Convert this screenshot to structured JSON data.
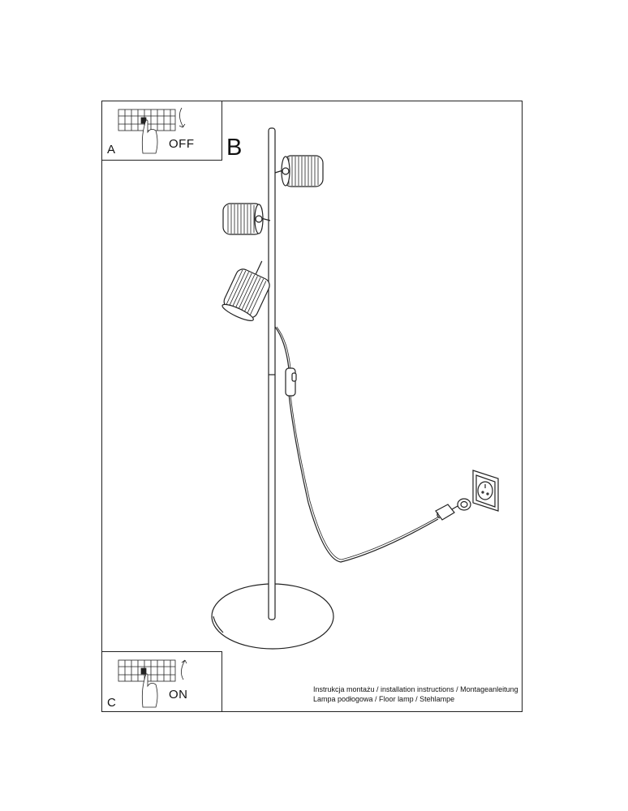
{
  "panels": {
    "a": {
      "letter": "A",
      "switch_label": "OFF"
    },
    "b": {
      "letter": "B"
    },
    "c": {
      "letter": "C",
      "switch_label": "ON"
    }
  },
  "caption": {
    "line1": "Instrukcja montażu / installation instructions / Montageanleitung",
    "line2": "Lampa podłogowa / Floor lamp / Stehlampe"
  }
}
